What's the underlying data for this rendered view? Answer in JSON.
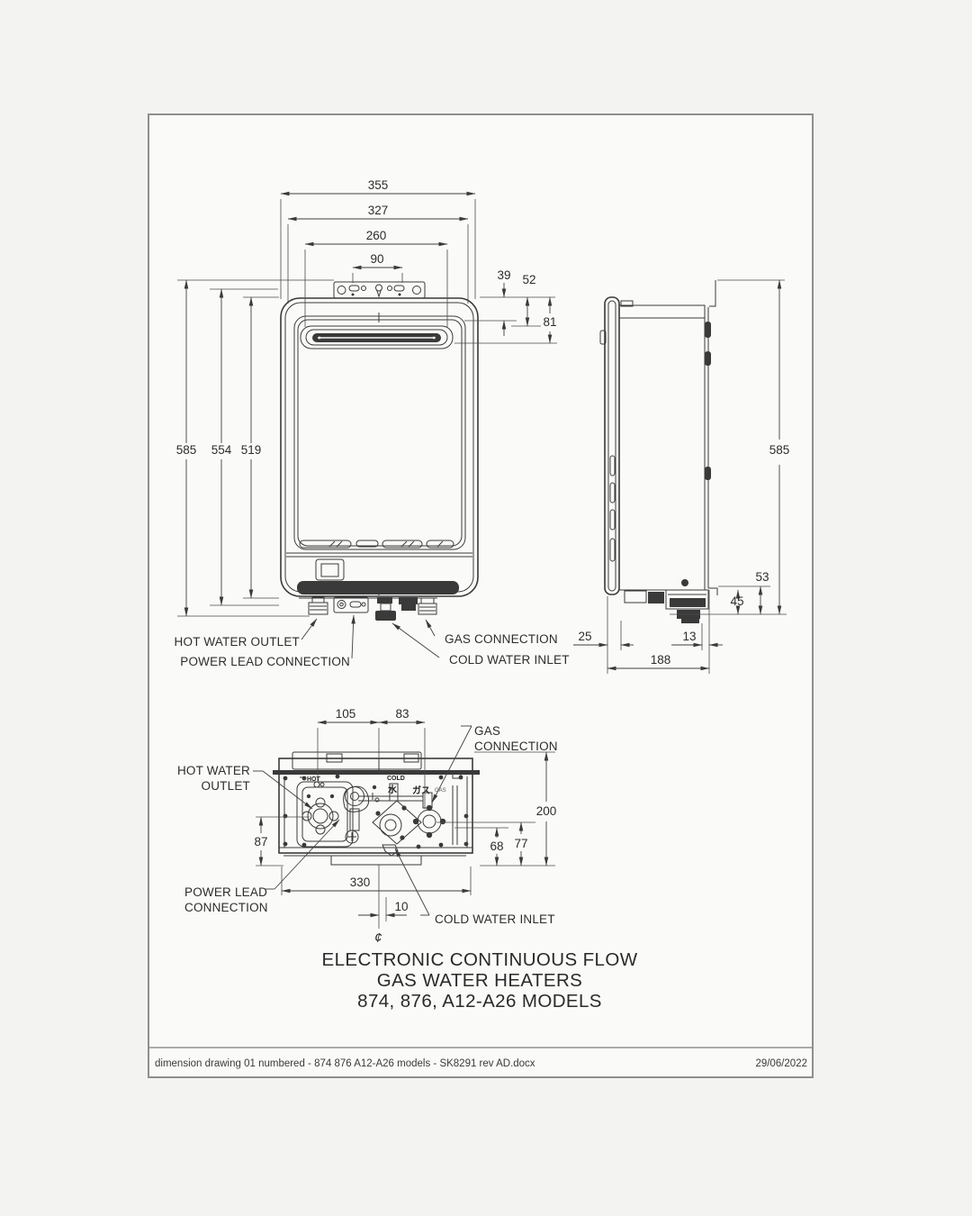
{
  "title_block": {
    "line1": "ELECTRONIC CONTINUOUS FLOW",
    "line2": "GAS WATER HEATERS",
    "line3": "874, 876, A12-A26 MODELS"
  },
  "footer": {
    "filename": "dimension drawing 01 numbered - 874 876 A12-A26 models - SK8291 rev AD.docx",
    "date": "29/06/2022"
  },
  "front_view": {
    "dims": {
      "overall_width": "355",
      "body_width": "327",
      "vent_width": "260",
      "bracket_slots": "90",
      "panel_top_offset": "39",
      "vent_top_offset": "52",
      "vent_offset": "81",
      "overall_height": "585",
      "body_height": "554",
      "panel_height": "519"
    },
    "labels": {
      "hot_water_outlet": "HOT WATER OUTLET",
      "power_lead_connection": "POWER LEAD CONNECTION",
      "gas_connection": "GAS CONNECTION",
      "cold_water_inlet": "COLD WATER INLET"
    }
  },
  "side_view": {
    "dims": {
      "overall_height": "585",
      "bracket_drop": "53",
      "fitting_drop": "45",
      "front_offset": "25",
      "wall_offset": "13",
      "depth": "188"
    }
  },
  "plan_view": {
    "dims": {
      "hot_to_centre": "105",
      "centre_to_gas": "83",
      "overall_depth": "200",
      "hot_water_depth": "87",
      "cold_water_depth": "68",
      "gas_depth": "77",
      "connections_width": "330",
      "cold_offset": "10"
    },
    "labels": {
      "gas_line1": "GAS",
      "gas_line2": "CONNECTION",
      "hot_line1": "HOT WATER",
      "hot_line2": "OUTLET",
      "power_line1": "POWER LEAD",
      "power_line2": "CONNECTION",
      "cold_water_inlet": "COLD WATER INLET"
    },
    "markings": {
      "hot": "HOT",
      "cold": "COLD",
      "water_kanji": "水",
      "gas_katakana": "ガス",
      "gas_small": "GAS",
      "centreline": "¢"
    }
  }
}
